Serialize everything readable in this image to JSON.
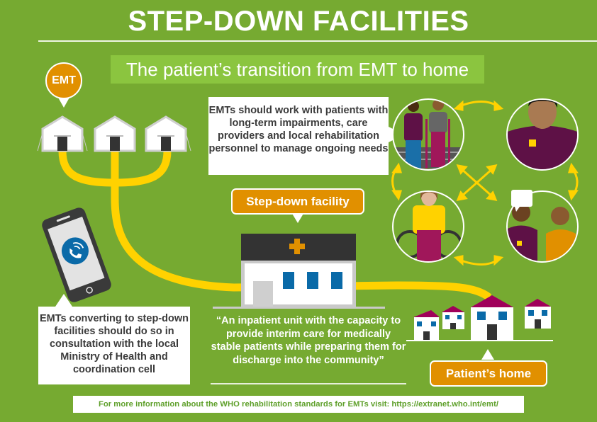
{
  "header": {
    "title": "STEP-DOWN FACILITIES",
    "subtitle": "The patient’s transition from EMT to home"
  },
  "badges": {
    "emt": "EMT",
    "step_down_facility": "Step-down facility",
    "patients_home": "Patient’s home"
  },
  "callouts": {
    "emt_collaboration": "EMTs should work with patients with long-term impairments, care providers and local rehabilitation personnel to manage ongoing needs",
    "ministry_consultation": "EMTs converting to step-down facilities should do so in consultation with the local Ministry of Health and coordination cell",
    "definition_quote": "“An inpatient unit with the capacity to provide interim care for medically stable patients while preparing them for discharge into the community”"
  },
  "footer": {
    "text": "For more information about the WHO rehabilitation standards for EMTs visit: https://extranet.who.int/emt/"
  },
  "icons": [
    "emt-tent-icon",
    "phone-call-icon",
    "hospital-building-icon",
    "house-icon",
    "patient-with-crutches-icon",
    "health-worker-icon",
    "wheelchair-user-icon",
    "caregivers-talking-icon",
    "bidirectional-arrow-icon",
    "speech-bubble-icon"
  ],
  "colors": {
    "background": "#76aa31",
    "subtitle_band": "#8bc53f",
    "accent_orange": "#e19000",
    "pipe_yellow": "#ffd200",
    "roof_magenta": "#a0005a",
    "window_blue": "#0a6aa8",
    "uniform_purple": "#5e1146"
  }
}
